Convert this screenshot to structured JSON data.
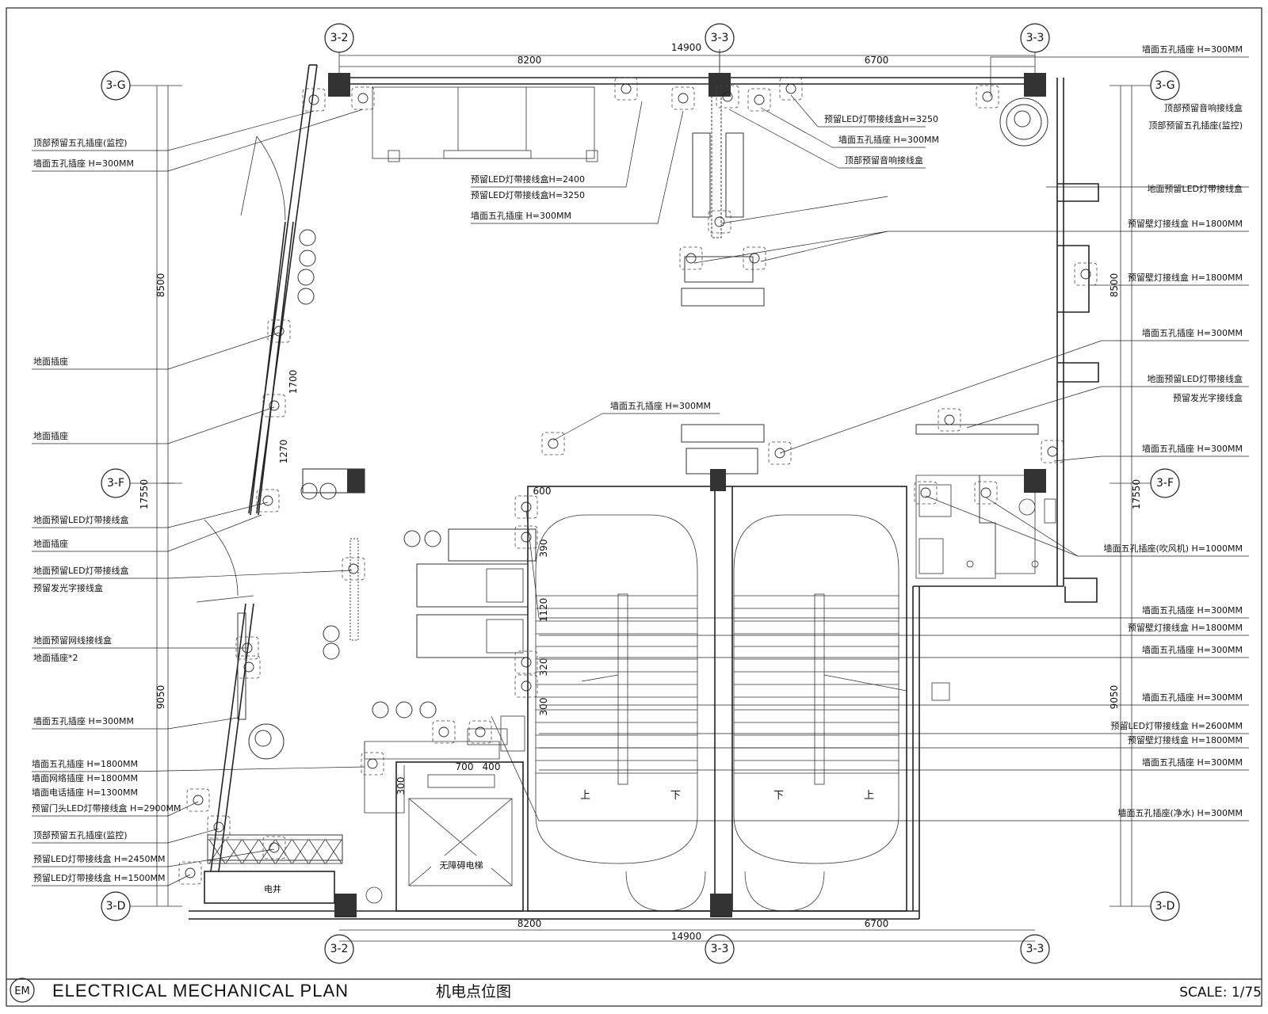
{
  "grid_labels": {
    "top_left": "3-2",
    "top_mid": "3-3",
    "top_right": "3-3",
    "bottom_left": "3-2",
    "bottom_mid": "3-3",
    "bottom_right": "3-3",
    "left_g": "3-G",
    "left_f": "3-F",
    "left_d": "3-D",
    "right_g": "3-G",
    "right_f": "3-F",
    "right_d": "3-D"
  },
  "dimensions": {
    "top_total": "14900",
    "top_left": "8200",
    "top_right": "6700",
    "bottom_total": "14900",
    "bottom_left": "8200",
    "bottom_right": "6700",
    "left_upper": "8500",
    "left_mid": "17550",
    "left_lower": "9050",
    "right_upper": "8500",
    "right_mid": "17550",
    "right_lower": "9050",
    "d1700": "1700",
    "d1270": "1270",
    "d600": "600",
    "d390": "390",
    "d1120": "1120",
    "d320": "320",
    "d300a": "300",
    "d700": "700",
    "d400": "400",
    "d300b": "300"
  },
  "left_notes": [
    "顶部预留五孔插座(监控)",
    "墙面五孔插座 H=300MM",
    "地面插座",
    "地面插座",
    "地面预留LED灯带接线盒",
    "地面插座",
    "地面预留LED灯带接线盒",
    "预留发光字接线盒",
    "地面预留网线接线盒",
    "地面插座*2",
    "墙面五孔插座 H=300MM",
    "墙面五孔插座 H=1800MM",
    "墙面网络插座 H=1800MM",
    "墙面电话插座 H=1300MM",
    "预留门头LED灯带接线盒 H=2900MM",
    "顶部预留五孔插座(监控)",
    "预留LED灯带接线盒 H=2450MM",
    "预留LED灯带接线盒 H=1500MM"
  ],
  "center_notes": [
    "预留LED灯带接线盒H=2400",
    "预留LED灯带接线盒H=3250",
    "墙面五孔插座 H=300MM",
    "预留LED灯带接线盒H=3250",
    "墙面五孔插座 H=300MM",
    "顶部预留音响接线盒",
    "墙面五孔插座 H=300MM"
  ],
  "right_notes": [
    "墙面五孔插座 H=300MM",
    "顶部预留音响接线盒",
    "顶部预留五孔插座(监控)",
    "地面预留LED灯带接线盒",
    "预留壁灯接线盒 H=1800MM",
    "预留壁灯接线盒 H=1800MM",
    "墙面五孔插座 H=300MM",
    "地面预留LED灯带接线盒",
    "预留发光字接线盒",
    "墙面五孔插座 H=300MM",
    "墙面五孔插座(吹风机) H=1000MM",
    "墙面五孔插座 H=300MM",
    "预留壁灯接线盒 H=1800MM",
    "墙面五孔插座 H=300MM",
    "墙面五孔插座 H=300MM",
    "预留LED灯带接线盒 H=2600MM",
    "预留壁灯接线盒 H=1800MM",
    "墙面五孔插座 H=300MM",
    "墙面五孔插座(净水) H=300MM"
  ],
  "rooms": {
    "elevator": "无障碍电梯",
    "shaft": "电井",
    "up1": "上",
    "down1": "下",
    "down2": "下",
    "up2": "上"
  },
  "title_block": {
    "badge": "EM",
    "title_en": "ELECTRICAL MECHANICAL PLAN",
    "title_cn": "机电点位图",
    "scale": "SCALE: 1/75"
  }
}
